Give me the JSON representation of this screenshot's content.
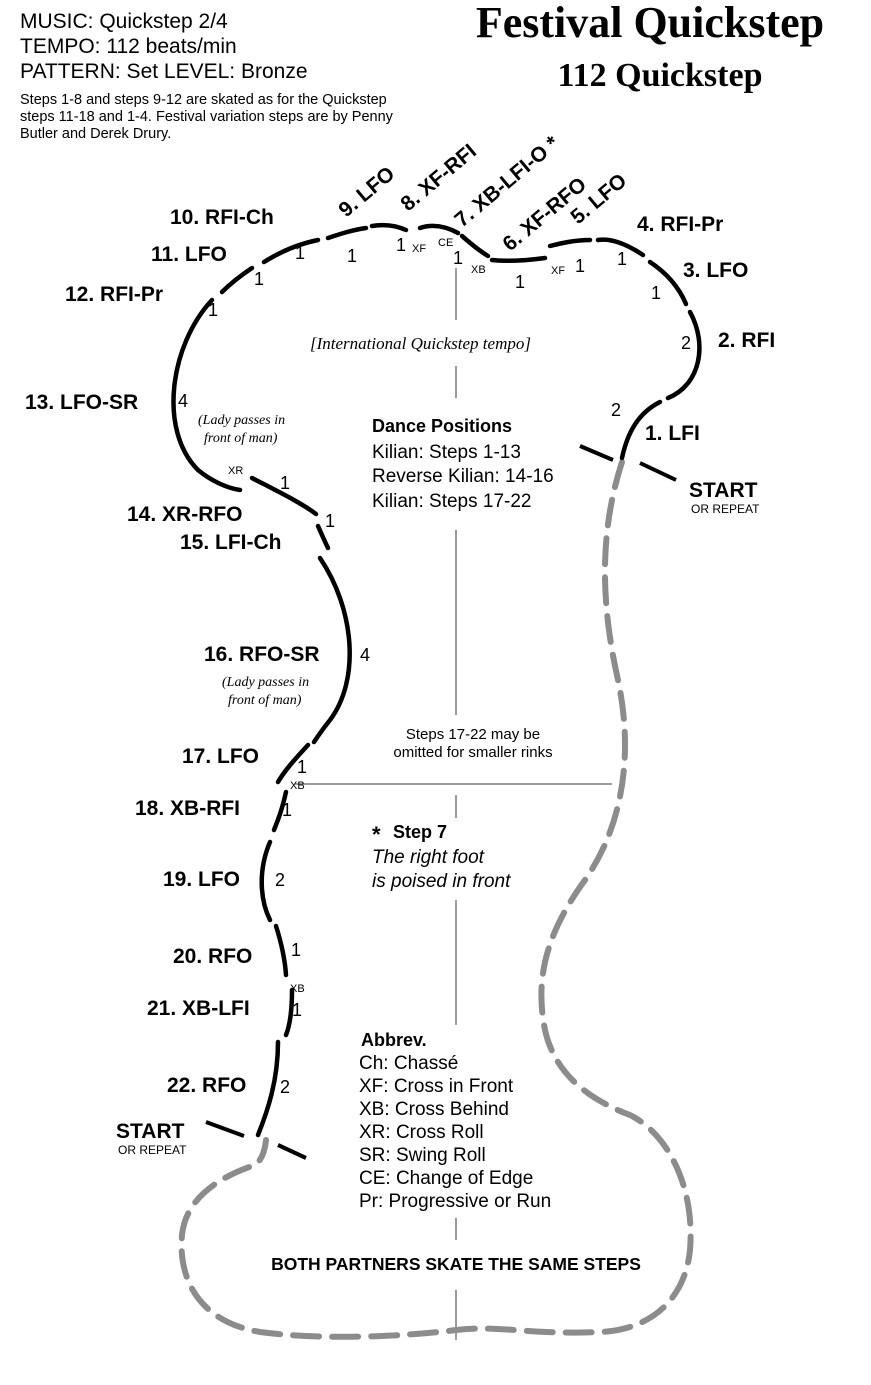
{
  "header": {
    "music": "MUSIC: Quickstep 2/4",
    "tempo": "TEMPO: 112 beats/min",
    "pattern": "PATTERN: Set  LEVEL: Bronze",
    "description": "Steps 1-8 and steps 9-12 are skated as for the Quickstep steps 11-18 and 1-4. Festival variation steps are by Penny Butler and Derek Drury."
  },
  "title": {
    "main": "Festival Quickstep",
    "sub": "112 Quickstep"
  },
  "steps": {
    "s1": "1. LFI",
    "s2": "2. RFI",
    "s3": "3. LFO",
    "s4": "4. RFI-Pr",
    "s5": "5. LFO",
    "s6": "6. XF-RFO",
    "s7": "7. XB-LFI-O *",
    "s8": "8. XF-RFI",
    "s9": "9. LFO",
    "s10": "10. RFI-Ch",
    "s11": "11. LFO",
    "s12": "12. RFI-Pr",
    "s13": "13. LFO-SR",
    "s14": "14. XR-RFO",
    "s15": "15. LFI-Ch",
    "s16": "16. RFO-SR",
    "s17": "17. LFO",
    "s18": "18. XB-RFI",
    "s19": "19. LFO",
    "s20": "20. RFO",
    "s21": "21. XB-LFI",
    "s22": "22. RFO"
  },
  "counts": {
    "one": "1",
    "two": "2",
    "four": "4"
  },
  "markers": {
    "xf": "XF",
    "xb": "XB",
    "ce": "CE",
    "xr": "XR"
  },
  "start": {
    "label": "START",
    "sub": "OR REPEAT"
  },
  "notes": {
    "tempo_note": "[International Quickstep tempo]",
    "lady1a": "(Lady passes in",
    "lady1b": "front of man)",
    "lady2a": "(Lady passes in",
    "lady2b": "front of man)"
  },
  "positions": {
    "title": "Dance Positions",
    "p1": "Kilian: Steps 1-13",
    "p2": "Reverse Kilian: 14-16",
    "p3": "Kilian: Steps 17-22"
  },
  "omit": {
    "line1": "Steps 17-22 may be",
    "line2": "omitted for smaller rinks"
  },
  "step7": {
    "title": "Step 7",
    "star": "*",
    "line1": "The right foot",
    "line2": "is poised in front"
  },
  "abbrev": {
    "title": "Abbrev.",
    "items": [
      "Ch: Chassé",
      "XF: Cross in Front",
      "XB: Cross Behind",
      "XR: Cross Roll",
      "SR: Swing Roll",
      "CE: Change of Edge",
      "Pr: Progressive or Run"
    ]
  },
  "footer": "BOTH PARTNERS SKATE THE SAME STEPS",
  "colors": {
    "lobe": "#000000",
    "partner_path": "#8c8c8c",
    "axis": "#7a7a7a"
  }
}
